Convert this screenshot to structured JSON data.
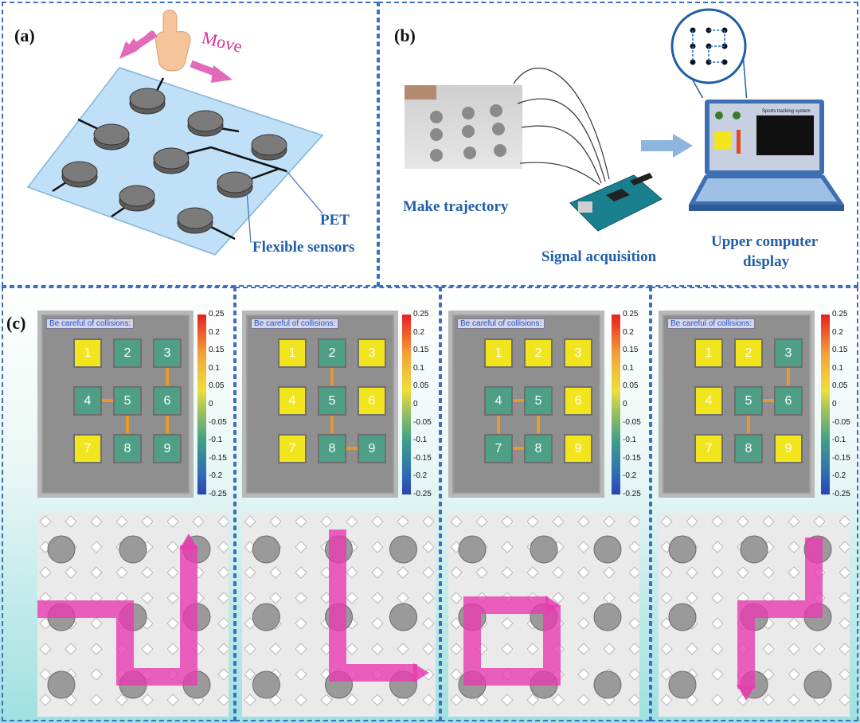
{
  "panel_a": {
    "label": "(a)",
    "move_label": "Move",
    "pet_label": "PET",
    "sensors_label": "Flexible sensors"
  },
  "panel_b": {
    "label": "(b)",
    "make_trajectory": "Make trajectory",
    "signal_acquisition": "Signal acquisition",
    "upper_computer_line1": "Upper computer",
    "upper_computer_line2": "display",
    "screen_title": "Sports tracking system"
  },
  "panel_c": {
    "label": "(c)",
    "grid_title": "Be careful of collisions:",
    "colorbar_ticks": [
      "0.25",
      "0.2",
      "0.15",
      "0.1",
      "0.05",
      "0",
      "-0.05",
      "-0.1",
      "-0.15",
      "-0.2",
      "-0.25"
    ],
    "cell_numbers": [
      "1",
      "2",
      "3",
      "4",
      "5",
      "6",
      "7",
      "8",
      "9"
    ],
    "colors": {
      "yellow": "#f2e51e",
      "green": "#4f9f87",
      "light_green": "#6aa77f",
      "arrow": "#e83bb0"
    },
    "subpanels": [
      {
        "active": [
          3,
          4,
          5,
          6,
          8,
          9
        ]
      },
      {
        "active": [
          2,
          5,
          8,
          9
        ]
      },
      {
        "active": [
          4,
          5,
          7,
          8
        ]
      },
      {
        "active": [
          3,
          5,
          6,
          8
        ]
      }
    ]
  }
}
